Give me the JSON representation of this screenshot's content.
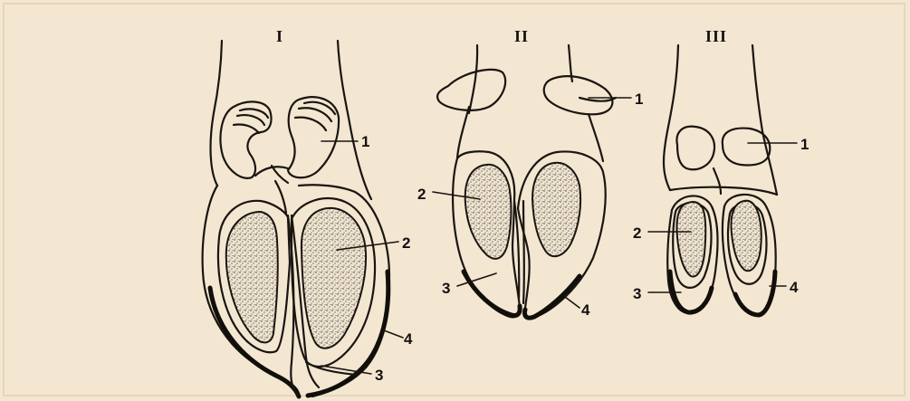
{
  "figures": [
    {
      "numeral": "I",
      "labels": {
        "1": "1",
        "2": "2",
        "3": "3",
        "4": "4"
      }
    },
    {
      "numeral": "II",
      "labels": {
        "1": "1",
        "2": "2",
        "3": "3",
        "4": "4"
      }
    },
    {
      "numeral": "III",
      "labels": {
        "1": "1",
        "2": "2",
        "3": "3",
        "4": "4"
      }
    }
  ],
  "colors": {
    "paper": "#f3e7d2",
    "ink": "#1a1510",
    "stipple": "#3a332b"
  }
}
